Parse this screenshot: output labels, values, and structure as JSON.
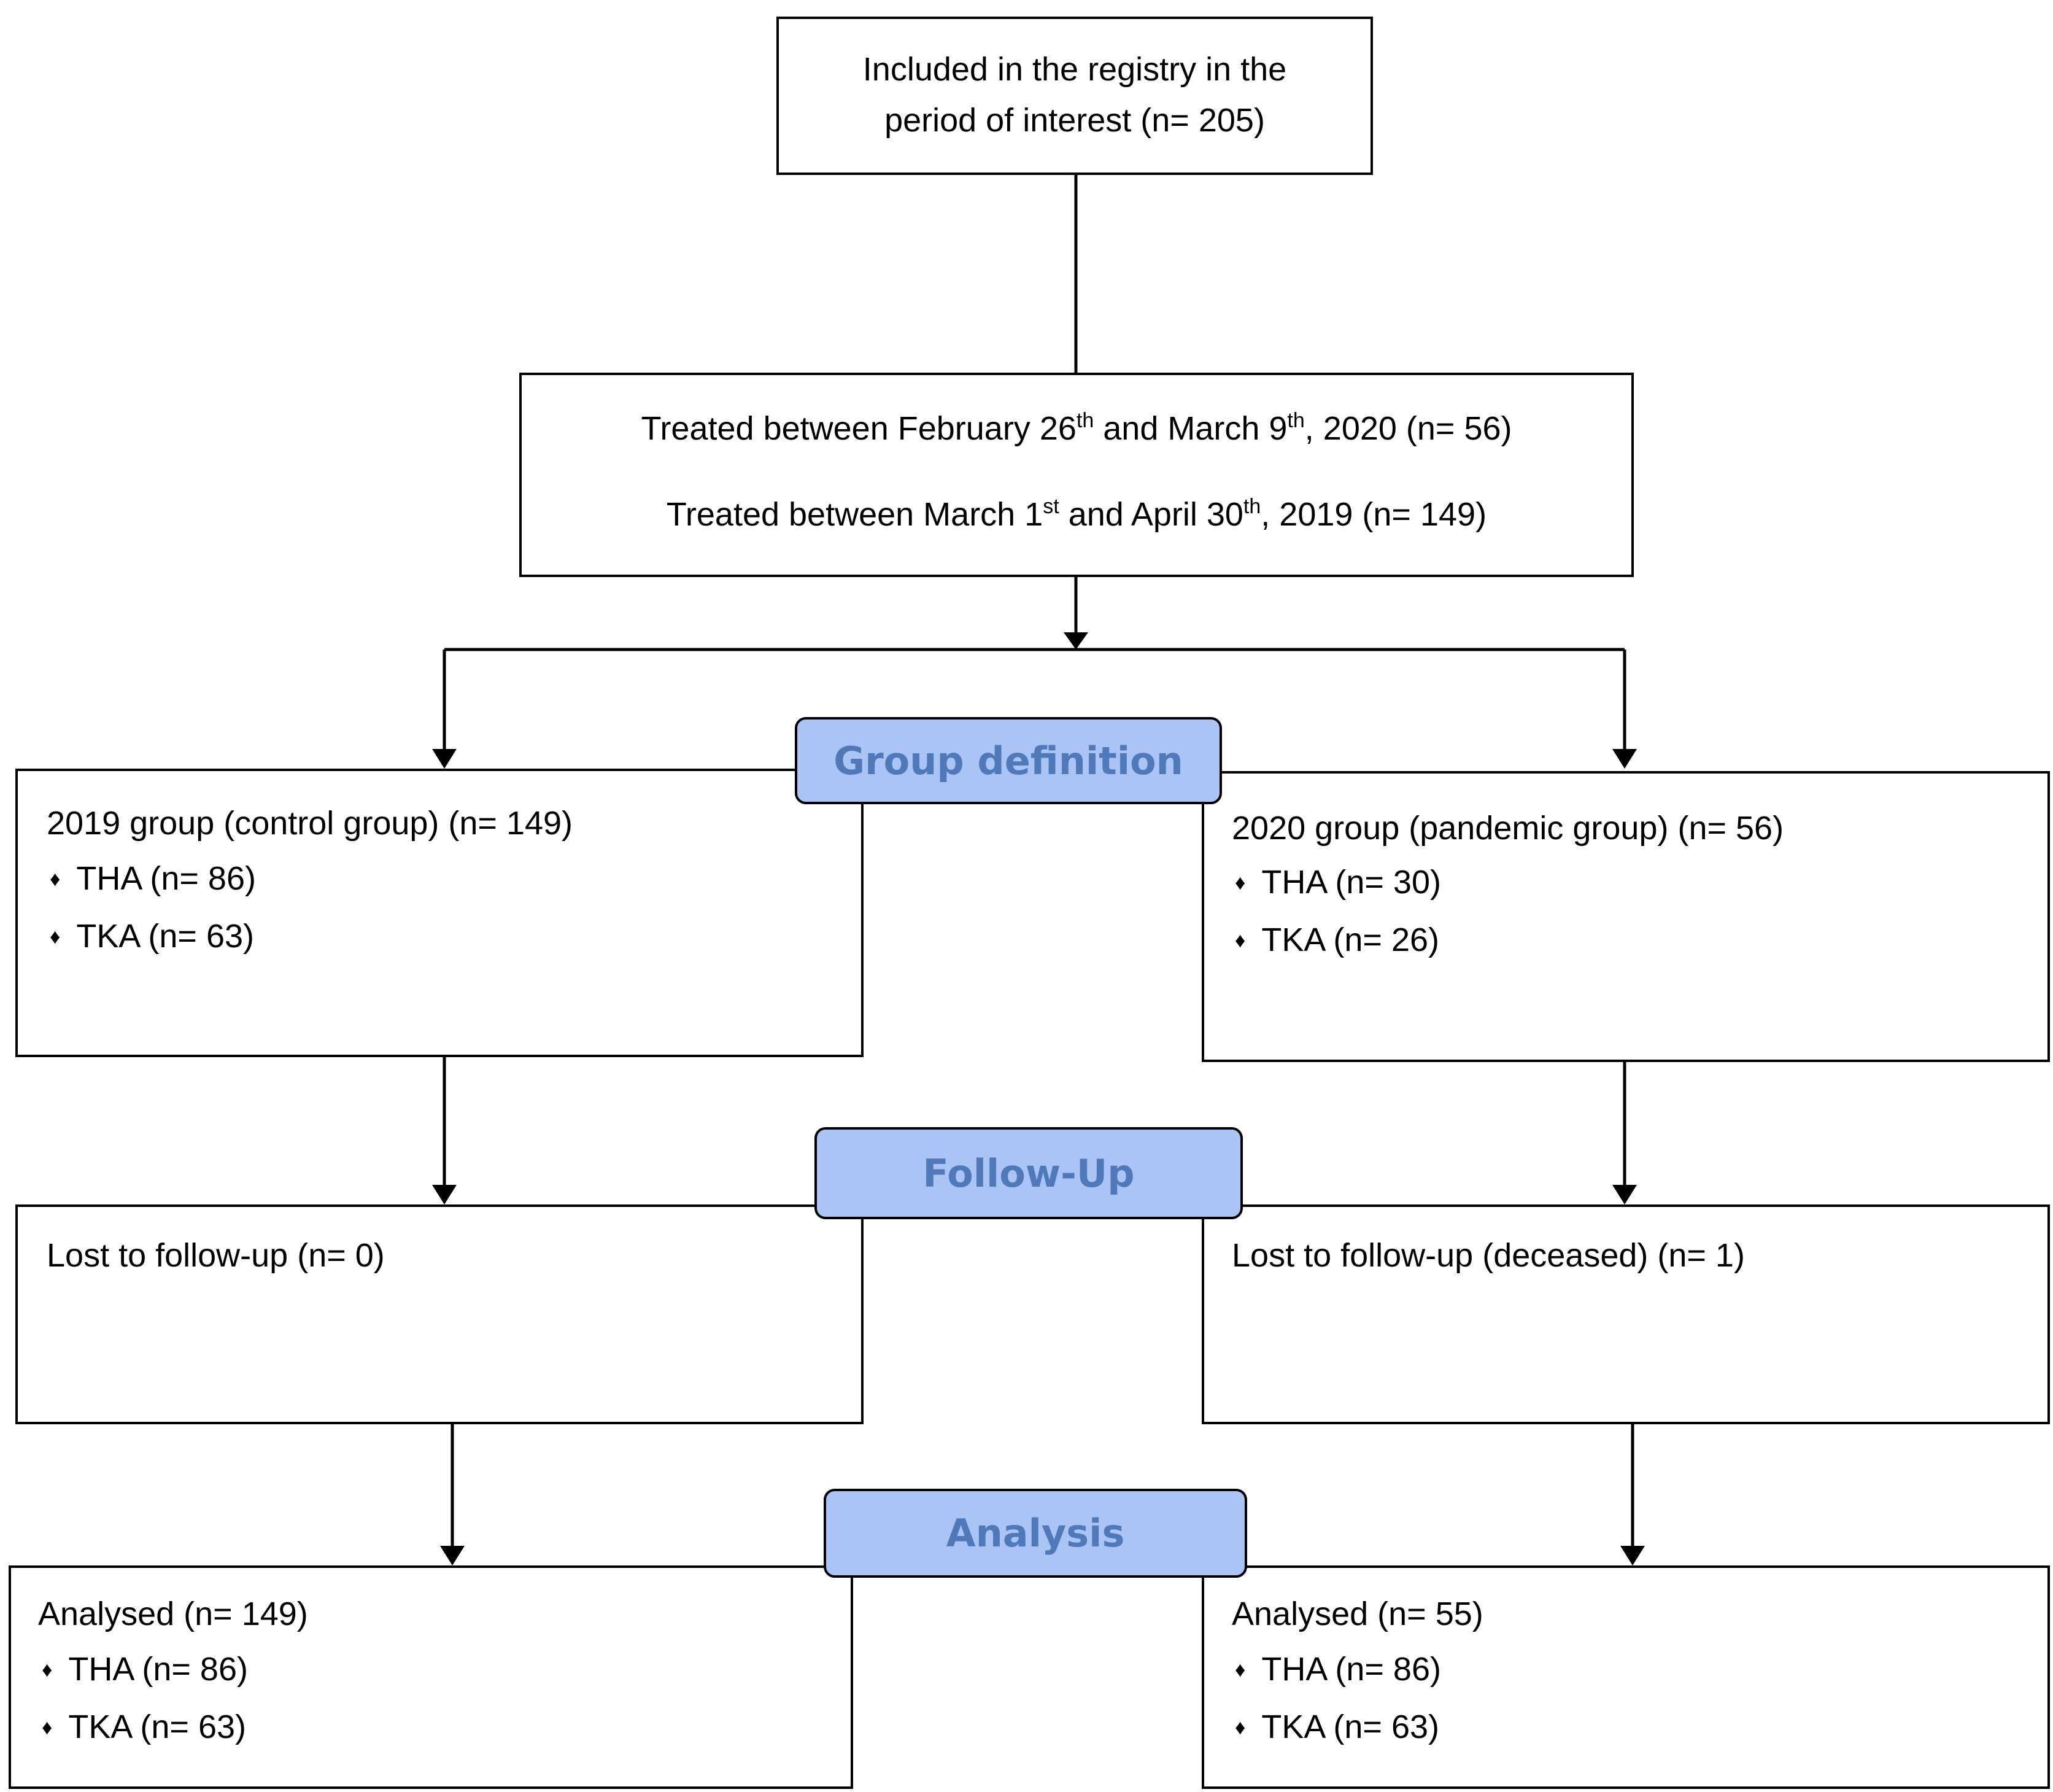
{
  "top": {
    "line1": "Included in the registry in the",
    "line2": "period of interest  (n= 205)"
  },
  "treated": {
    "l1_pre": "Treated between February 26",
    "l1_sup1": "th",
    "l1_mid": " and March 9",
    "l1_sup2": "th",
    "l1_post": ", 2020 (n= 56)",
    "l2_pre": "Treated between March 1",
    "l2_sup1": "st",
    "l2_mid": " and April 30",
    "l2_sup2": "th",
    "l2_post": ", 2019 (n= 149)"
  },
  "stages": {
    "group": "Group definition",
    "follow": "Follow-Up",
    "analysis": "Analysis"
  },
  "group_left": {
    "title": "2019 group (control group) (n= 149)",
    "item1": "THA (n= 86)",
    "item2": "TKA (n= 63)"
  },
  "group_right": {
    "title": "2020 group (pandemic group) (n= 56)",
    "item1": "THA (n=  30)",
    "item2": "TKA (n= 26)"
  },
  "follow_left": {
    "text": "Lost to follow-up (n= 0)"
  },
  "follow_right": {
    "text": "Lost to follow-up (deceased) (n= 1)"
  },
  "analysis_left": {
    "title": "Analysed  (n= 149)",
    "item1": "THA (n= 86)",
    "item2": "TKA (n= 63)"
  },
  "analysis_right": {
    "title": "Analysed  (n= 55)",
    "item1": "THA (n= 86)",
    "item2": "TKA (n= 63)"
  },
  "bullet_glyph": "♦",
  "colors": {
    "stage_fill": "#a9c4f5",
    "stage_text": "#4f79b8",
    "line": "#000000"
  }
}
